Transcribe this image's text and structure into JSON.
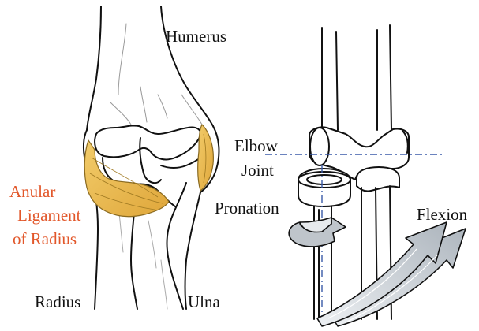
{
  "labels": {
    "humerus": "Humerus",
    "elbow_line1": "Elbow",
    "elbow_line2": "Joint",
    "anular_line1": "Anular",
    "anular_line2": "Ligament",
    "anular_line3": "of Radius",
    "pronation": "Pronation",
    "flexion": "Flexion",
    "radius": "Radius",
    "ulna": "Ulna"
  },
  "colors": {
    "ligament": "#e9b446",
    "ligament_label": "#e2572a",
    "axis_line": "#3a5aa8",
    "arrow_fill": "#c6ccd2",
    "ink": "#111111"
  }
}
